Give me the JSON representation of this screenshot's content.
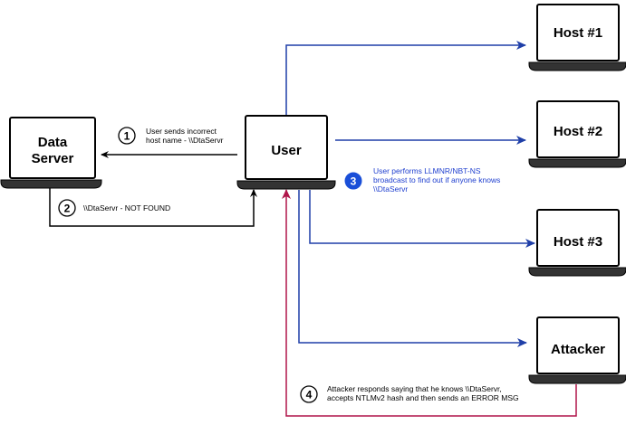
{
  "nodes": {
    "data_server": {
      "line1": "Data",
      "line2": "Server"
    },
    "user": "User",
    "host1": "Host #1",
    "host2": "Host #2",
    "host3": "Host #3",
    "attacker": "Attacker"
  },
  "steps": {
    "s1": {
      "num": "1",
      "line1": "User sends incorrect",
      "line2": "host name - \\\\DtaServr"
    },
    "s2": {
      "num": "2",
      "line1": "\\\\DtaServr - NOT FOUND"
    },
    "s3": {
      "num": "3",
      "line1": "User performs LLMNR/NBT-NS",
      "line2": "broadcast to find out if anyone knows",
      "line3": "\\\\DtaServr"
    },
    "s4": {
      "num": "4",
      "line1": "Attacker responds saying that he knows \\\\DtaServr,",
      "line2": "accepts NTLMv2 hash and then sends an ERROR MSG"
    }
  },
  "colors": {
    "black": "#000000",
    "blue": "#1f3fa8",
    "crimson": "#b0154a",
    "step3_fill": "#1a4fd8"
  }
}
